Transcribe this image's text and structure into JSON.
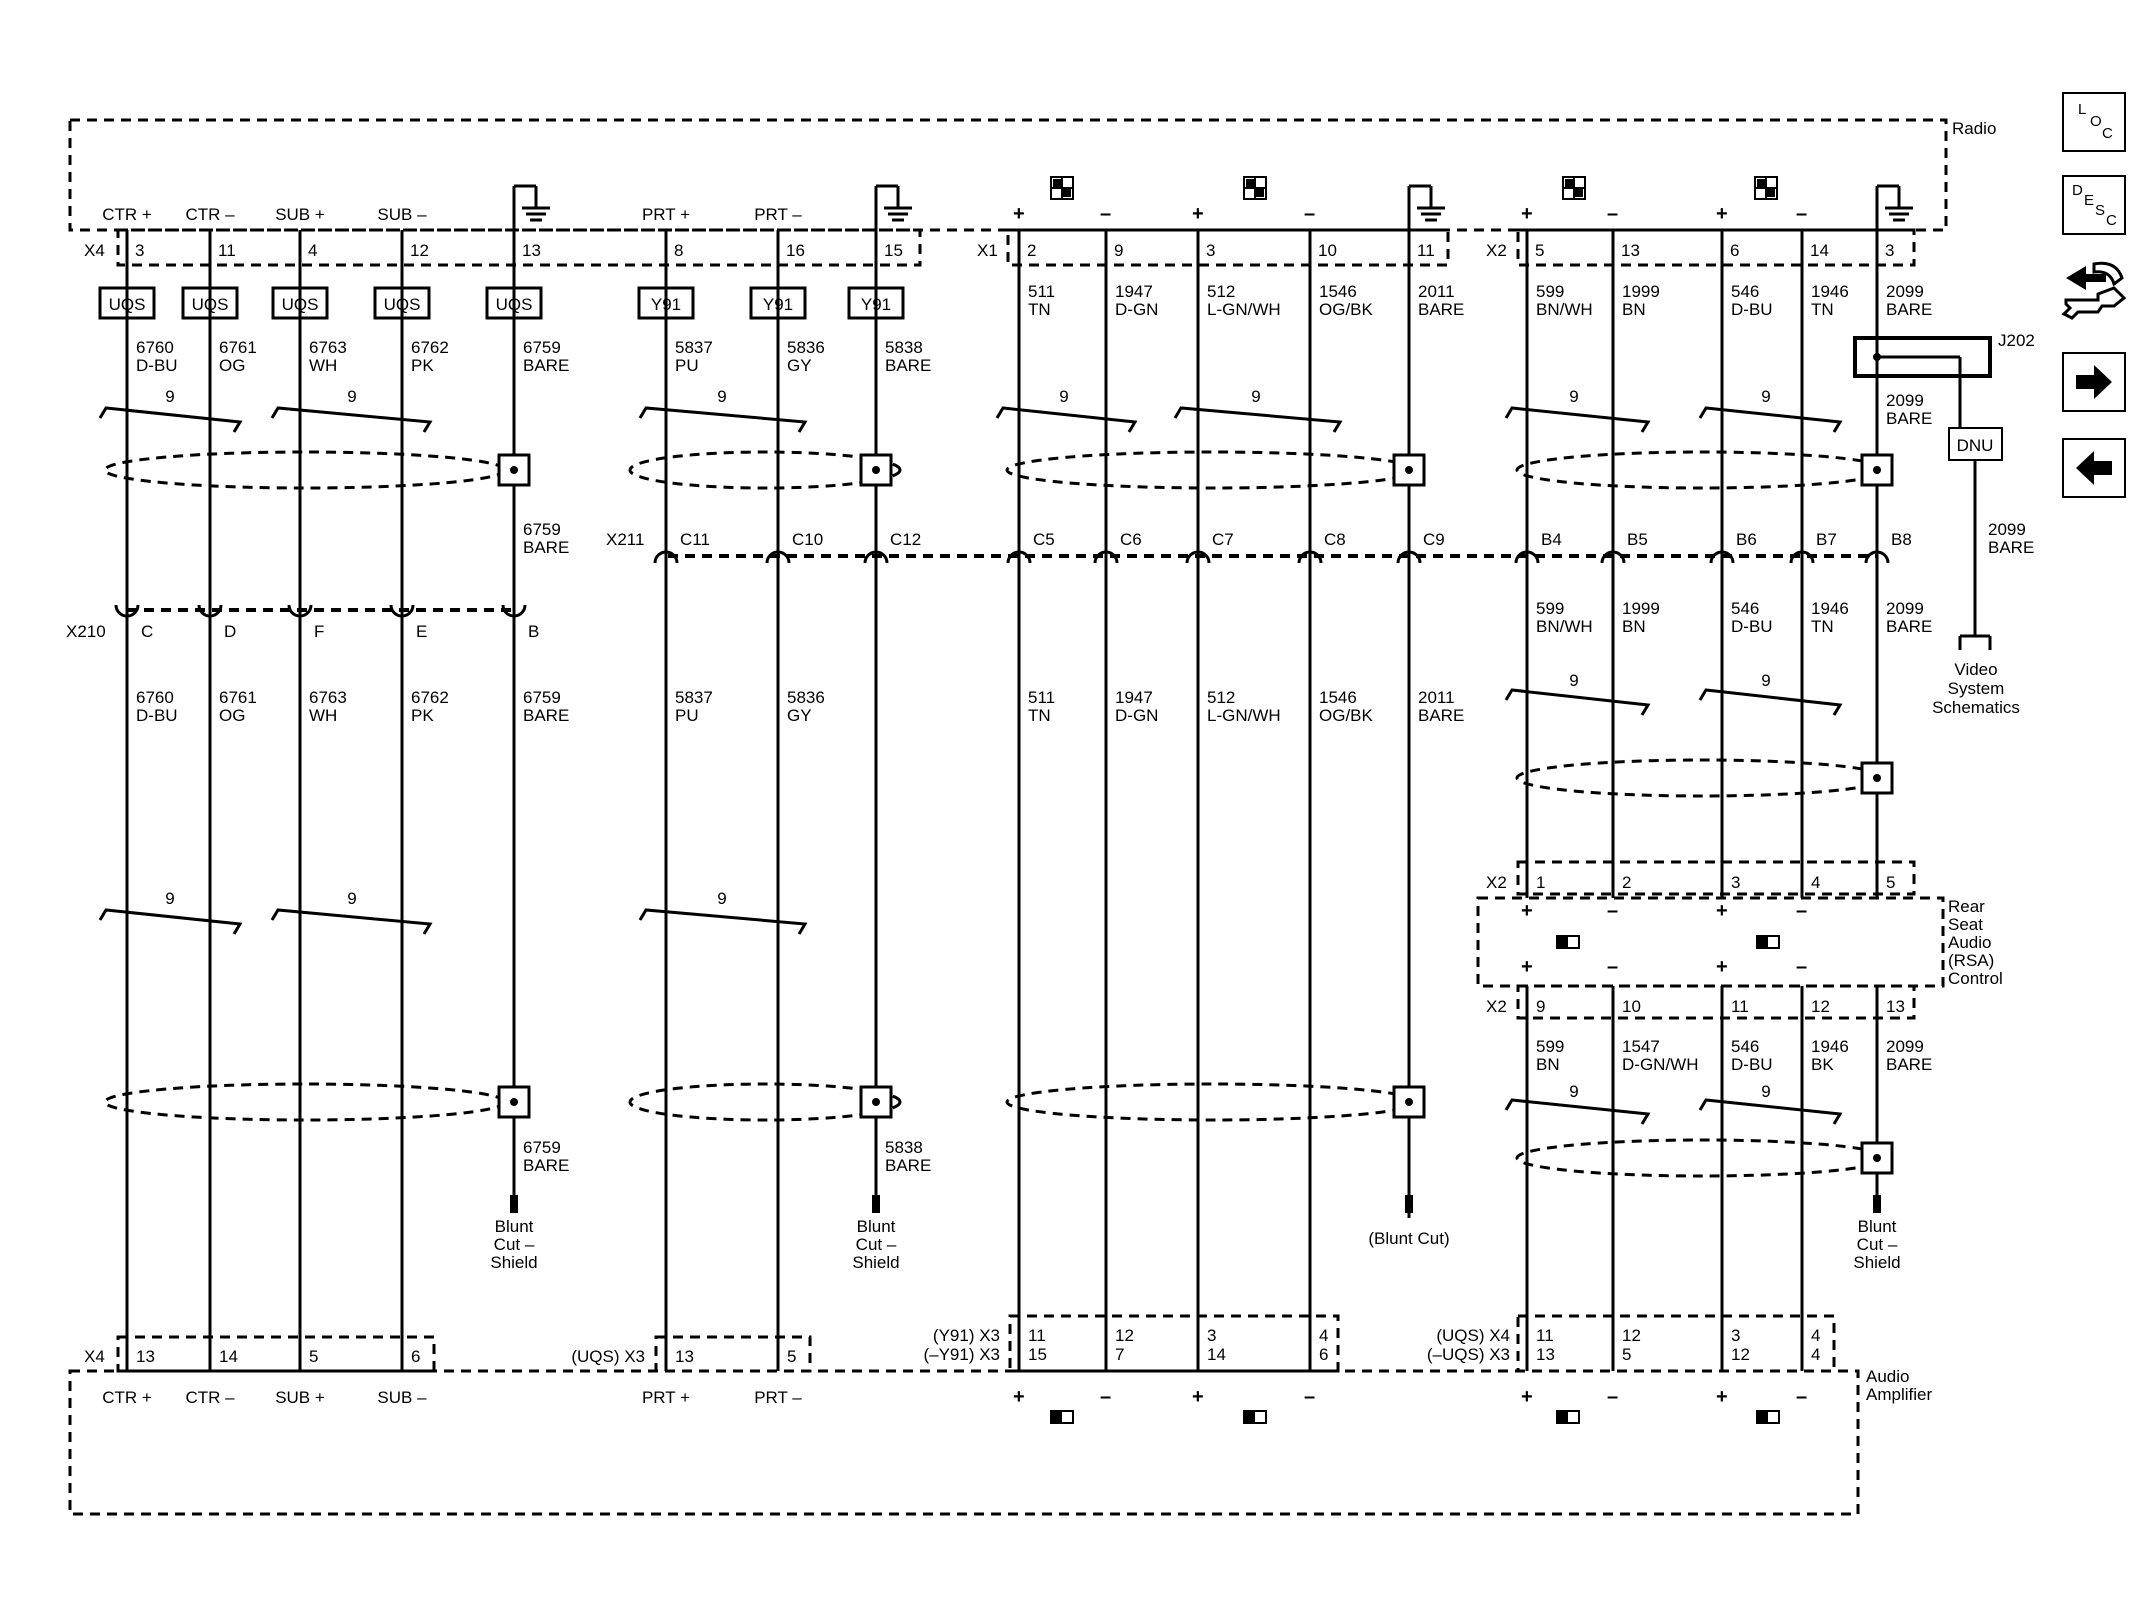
{
  "components": {
    "radio": "Radio",
    "amplifier_line1": "Audio",
    "amplifier_line2": "Amplifier",
    "rsa": [
      "Rear",
      "Seat",
      "Audio",
      "(RSA)",
      "Control"
    ],
    "video": [
      "Video",
      "System",
      "Schematics"
    ],
    "splice": "J202",
    "dnu": "DNU"
  },
  "connectors": {
    "x4_radio": "X4",
    "x1_radio": "X1",
    "x2_radio": "X2",
    "x210": "X210",
    "x211": "X211",
    "x2_rsa_top": "X2",
    "x2_rsa_bottom": "X2",
    "x4_amp": "X4",
    "uqs_x3": "(UQS) X3",
    "y91_x3": "(Y91) X3",
    "ny91_x3": "(–Y91) X3",
    "uqs_x4": "(UQS) X4",
    "nuqs_x3": "(–UQS) X3"
  },
  "radio_labels": [
    "CTR +",
    "CTR –",
    "SUB +",
    "SUB –",
    "PRT +",
    "PRT –"
  ],
  "amp_labels": [
    "CTR +",
    "CTR –",
    "SUB +",
    "SUB –",
    "PRT +",
    "PRT –"
  ],
  "radio_pins": [
    "3",
    "11",
    "4",
    "12",
    "13",
    "8",
    "16",
    "15",
    "2",
    "9",
    "3",
    "10",
    "11",
    "5",
    "13",
    "6",
    "14",
    "3"
  ],
  "options": [
    "UQS",
    "UQS",
    "UQS",
    "UQS",
    "UQS",
    "Y91",
    "Y91",
    "Y91"
  ],
  "wires_top": [
    [
      "6760",
      "D-BU"
    ],
    [
      "6761",
      "OG"
    ],
    [
      "6763",
      "WH"
    ],
    [
      "6762",
      "PK"
    ],
    [
      "6759",
      "BARE"
    ],
    [
      "5837",
      "PU"
    ],
    [
      "5836",
      "GY"
    ],
    [
      "5838",
      "BARE"
    ],
    [
      "511",
      "TN"
    ],
    [
      "1947",
      "D-GN"
    ],
    [
      "512",
      "L-GN/WH"
    ],
    [
      "1546",
      "OG/BK"
    ],
    [
      "2011",
      "BARE"
    ],
    [
      "599",
      "BN/WH"
    ],
    [
      "1999",
      "BN"
    ],
    [
      "546",
      "D-BU"
    ],
    [
      "1946",
      "TN"
    ],
    [
      "2099",
      "BARE"
    ]
  ],
  "wire_after_splice": [
    "2099",
    "BARE"
  ],
  "wire_to_video": [
    "2099",
    "BARE"
  ],
  "wire_6759_mid": [
    "6759",
    "BARE"
  ],
  "x211_pins": [
    "C11",
    "C10",
    "C12",
    "C5",
    "C6",
    "C7",
    "C8",
    "C9",
    "B4",
    "B5",
    "B6",
    "B7",
    "B8"
  ],
  "x210_pins": [
    "C",
    "D",
    "F",
    "E",
    "B"
  ],
  "wires_mid": [
    [
      "6760",
      "D-BU"
    ],
    [
      "6761",
      "OG"
    ],
    [
      "6763",
      "WH"
    ],
    [
      "6762",
      "PK"
    ],
    [
      "6759",
      "BARE"
    ],
    [
      "5837",
      "PU"
    ],
    [
      "5836",
      "GY"
    ],
    [
      "511",
      "TN"
    ],
    [
      "1947",
      "D-GN"
    ],
    [
      "512",
      "L-GN/WH"
    ],
    [
      "1546",
      "OG/BK"
    ],
    [
      "2011",
      "BARE"
    ]
  ],
  "wires_rsa_in": [
    [
      "599",
      "BN/WH"
    ],
    [
      "1999",
      "BN"
    ],
    [
      "546",
      "D-BU"
    ],
    [
      "1946",
      "TN"
    ],
    [
      "2099",
      "BARE"
    ]
  ],
  "rsa_pins_top": [
    "1",
    "2",
    "3",
    "4",
    "5"
  ],
  "rsa_pins_bottom": [
    "9",
    "10",
    "11",
    "12",
    "13"
  ],
  "wires_rsa_out": [
    [
      "599",
      "BN"
    ],
    [
      "1547",
      "D-GN/WH"
    ],
    [
      "546",
      "D-BU"
    ],
    [
      "1946",
      "BK"
    ],
    [
      "2099",
      "BARE"
    ]
  ],
  "shield_ends": [
    [
      "6759",
      "BARE"
    ],
    [
      "5838",
      "BARE"
    ]
  ],
  "blunt_shield": [
    "Blunt",
    "Cut –",
    "Shield"
  ],
  "blunt_cut": "(Blunt Cut)",
  "twist": "9",
  "amp_pins_x4": [
    "13",
    "14",
    "5",
    "6"
  ],
  "amp_pins_x3": [
    "13",
    "5"
  ],
  "amp_pins_y91_a": [
    "11",
    "12",
    "3",
    "4"
  ],
  "amp_pins_y91_b": [
    "15",
    "7",
    "14",
    "6"
  ],
  "amp_pins_uqs_a": [
    "11",
    "12",
    "3",
    "4"
  ],
  "amp_pins_uqs_b": [
    "13",
    "5",
    "12",
    "4"
  ],
  "nav": {
    "loc": [
      "L",
      "O",
      "C"
    ],
    "desc": [
      "D",
      "E",
      "S",
      "C"
    ],
    "wrench": "wrench-icon",
    "next": "right-arrow-icon",
    "prev": "left-arrow-icon"
  }
}
